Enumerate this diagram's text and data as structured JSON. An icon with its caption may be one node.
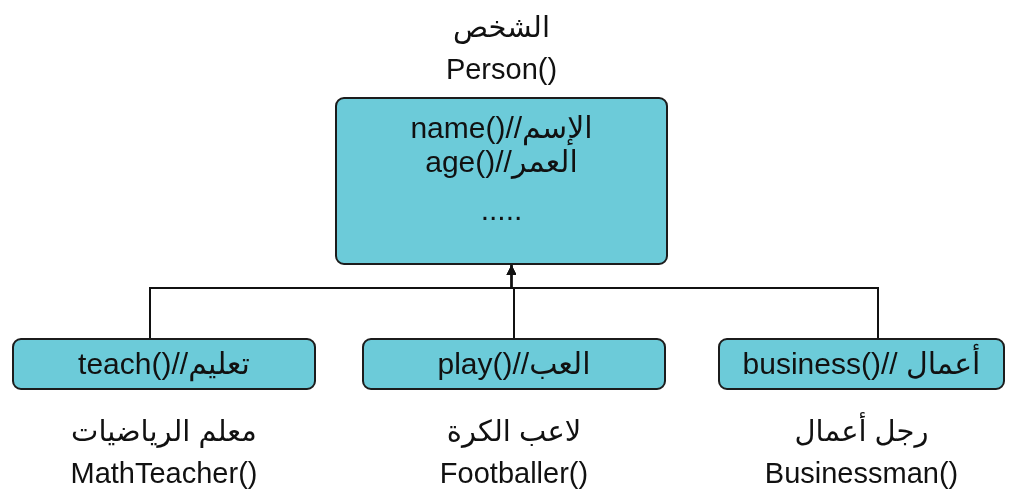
{
  "diagram": {
    "nodes": [
      {
        "text": [
          "الشخص",
          "Person()",
          "name()//الإسم",
          "age()//العمر",
          "....."
        ]
      },
      {
        "text": [
          "teach()//تعليم"
        ],
        "beside": [
          "معلم الرياضيات",
          "MathTeacher()"
        ]
      },
      {
        "text": [
          "play()//العب"
        ],
        "beside": [
          "لاعب الكرة",
          "Footballer()"
        ]
      },
      {
        "text": [
          "business()// أعمال"
        ],
        "beside": [
          "رجل أعمال",
          "Businessman()"
        ]
      }
    ],
    "edges": [
      {
        "from": 1,
        "to": 0,
        "arrow": "to"
      },
      {
        "from": 2,
        "to": 0,
        "arrow": "to"
      },
      {
        "from": 3,
        "to": 0,
        "arrow": "to"
      }
    ]
  }
}
